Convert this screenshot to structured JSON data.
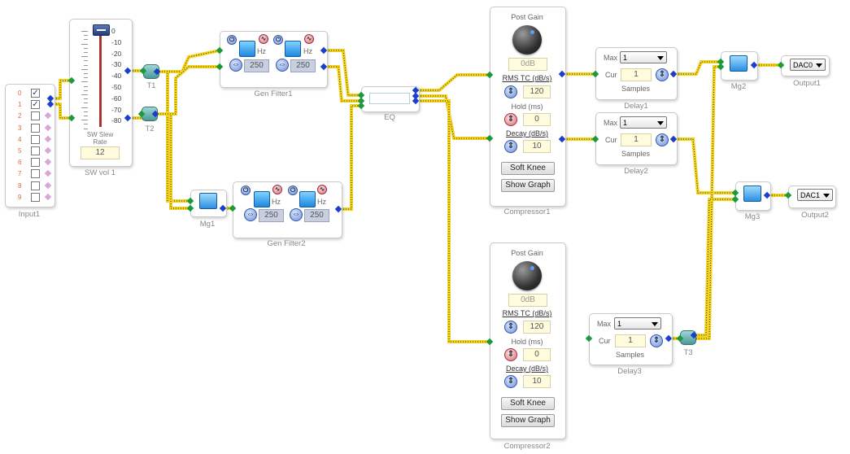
{
  "input1": {
    "label": "Input1",
    "channels": [
      {
        "num": "0",
        "checked": true
      },
      {
        "num": "1",
        "checked": true
      },
      {
        "num": "2",
        "checked": false
      },
      {
        "num": "3",
        "checked": false
      },
      {
        "num": "4",
        "checked": false
      },
      {
        "num": "5",
        "checked": false
      },
      {
        "num": "6",
        "checked": false
      },
      {
        "num": "7",
        "checked": false
      },
      {
        "num": "8",
        "checked": false
      },
      {
        "num": "9",
        "checked": false
      }
    ]
  },
  "swvol1": {
    "label": "SW vol 1",
    "scale": [
      "0",
      "-10",
      "-20",
      "-30",
      "-40",
      "-50",
      "-60",
      "-70",
      "-80"
    ],
    "slew_label_1": "SW Slew",
    "slew_label_2": "Rate",
    "slew_value": "12"
  },
  "t1": {
    "label": "T1"
  },
  "t2": {
    "label": "T2"
  },
  "t3": {
    "label": "T3"
  },
  "genfilter1": {
    "label": "Gen Filter1",
    "hz1": "Hz",
    "hz2": "Hz",
    "v1": "250",
    "v2": "250"
  },
  "genfilter2": {
    "label": "Gen Filter2",
    "hz1": "Hz",
    "hz2": "Hz",
    "v1": "250",
    "v2": "250"
  },
  "mg1": {
    "label": "Mg1"
  },
  "mg2": {
    "label": "Mg2"
  },
  "mg3": {
    "label": "Mg3"
  },
  "eq": {
    "label": "EQ"
  },
  "compressor1": {
    "label": "Compressor1",
    "post_gain": "Post Gain",
    "gain_value": "0dB",
    "rms_label": "RMS TC (dB/s)",
    "rms_value": "120",
    "hold_label": "Hold (ms)",
    "hold_value": "0",
    "decay_label": "Decay (dB/s)",
    "decay_value": "10",
    "soft_knee": "Soft Knee",
    "show_graph": "Show Graph"
  },
  "compressor2": {
    "label": "Compressor2",
    "post_gain": "Post Gain",
    "gain_value": "0dB",
    "rms_label": "RMS TC (dB/s)",
    "rms_value": "120",
    "hold_label": "Hold (ms)",
    "hold_value": "0",
    "decay_label": "Decay (dB/s)",
    "decay_value": "10",
    "soft_knee": "Soft Knee",
    "show_graph": "Show Graph"
  },
  "delay1": {
    "label": "Delay1",
    "max_label": "Max",
    "max_value": "1",
    "cur_label": "Cur",
    "cur_value": "1",
    "samples": "Samples"
  },
  "delay2": {
    "label": "Delay2",
    "max_label": "Max",
    "max_value": "1",
    "cur_label": "Cur",
    "cur_value": "1",
    "samples": "Samples"
  },
  "delay3": {
    "label": "Delay3",
    "max_label": "Max",
    "max_value": "1",
    "cur_label": "Cur",
    "cur_value": "1",
    "samples": "Samples"
  },
  "output1": {
    "label": "Output1",
    "value": "DAC0"
  },
  "output2": {
    "label": "Output2",
    "value": "DAC1"
  },
  "colors": {
    "wire": "#f2d21a",
    "wire_dot": "#333333",
    "pin_in": "#1a9a3a",
    "pin_out": "#1a3fcc",
    "pin_off": "#d9a7d9"
  }
}
